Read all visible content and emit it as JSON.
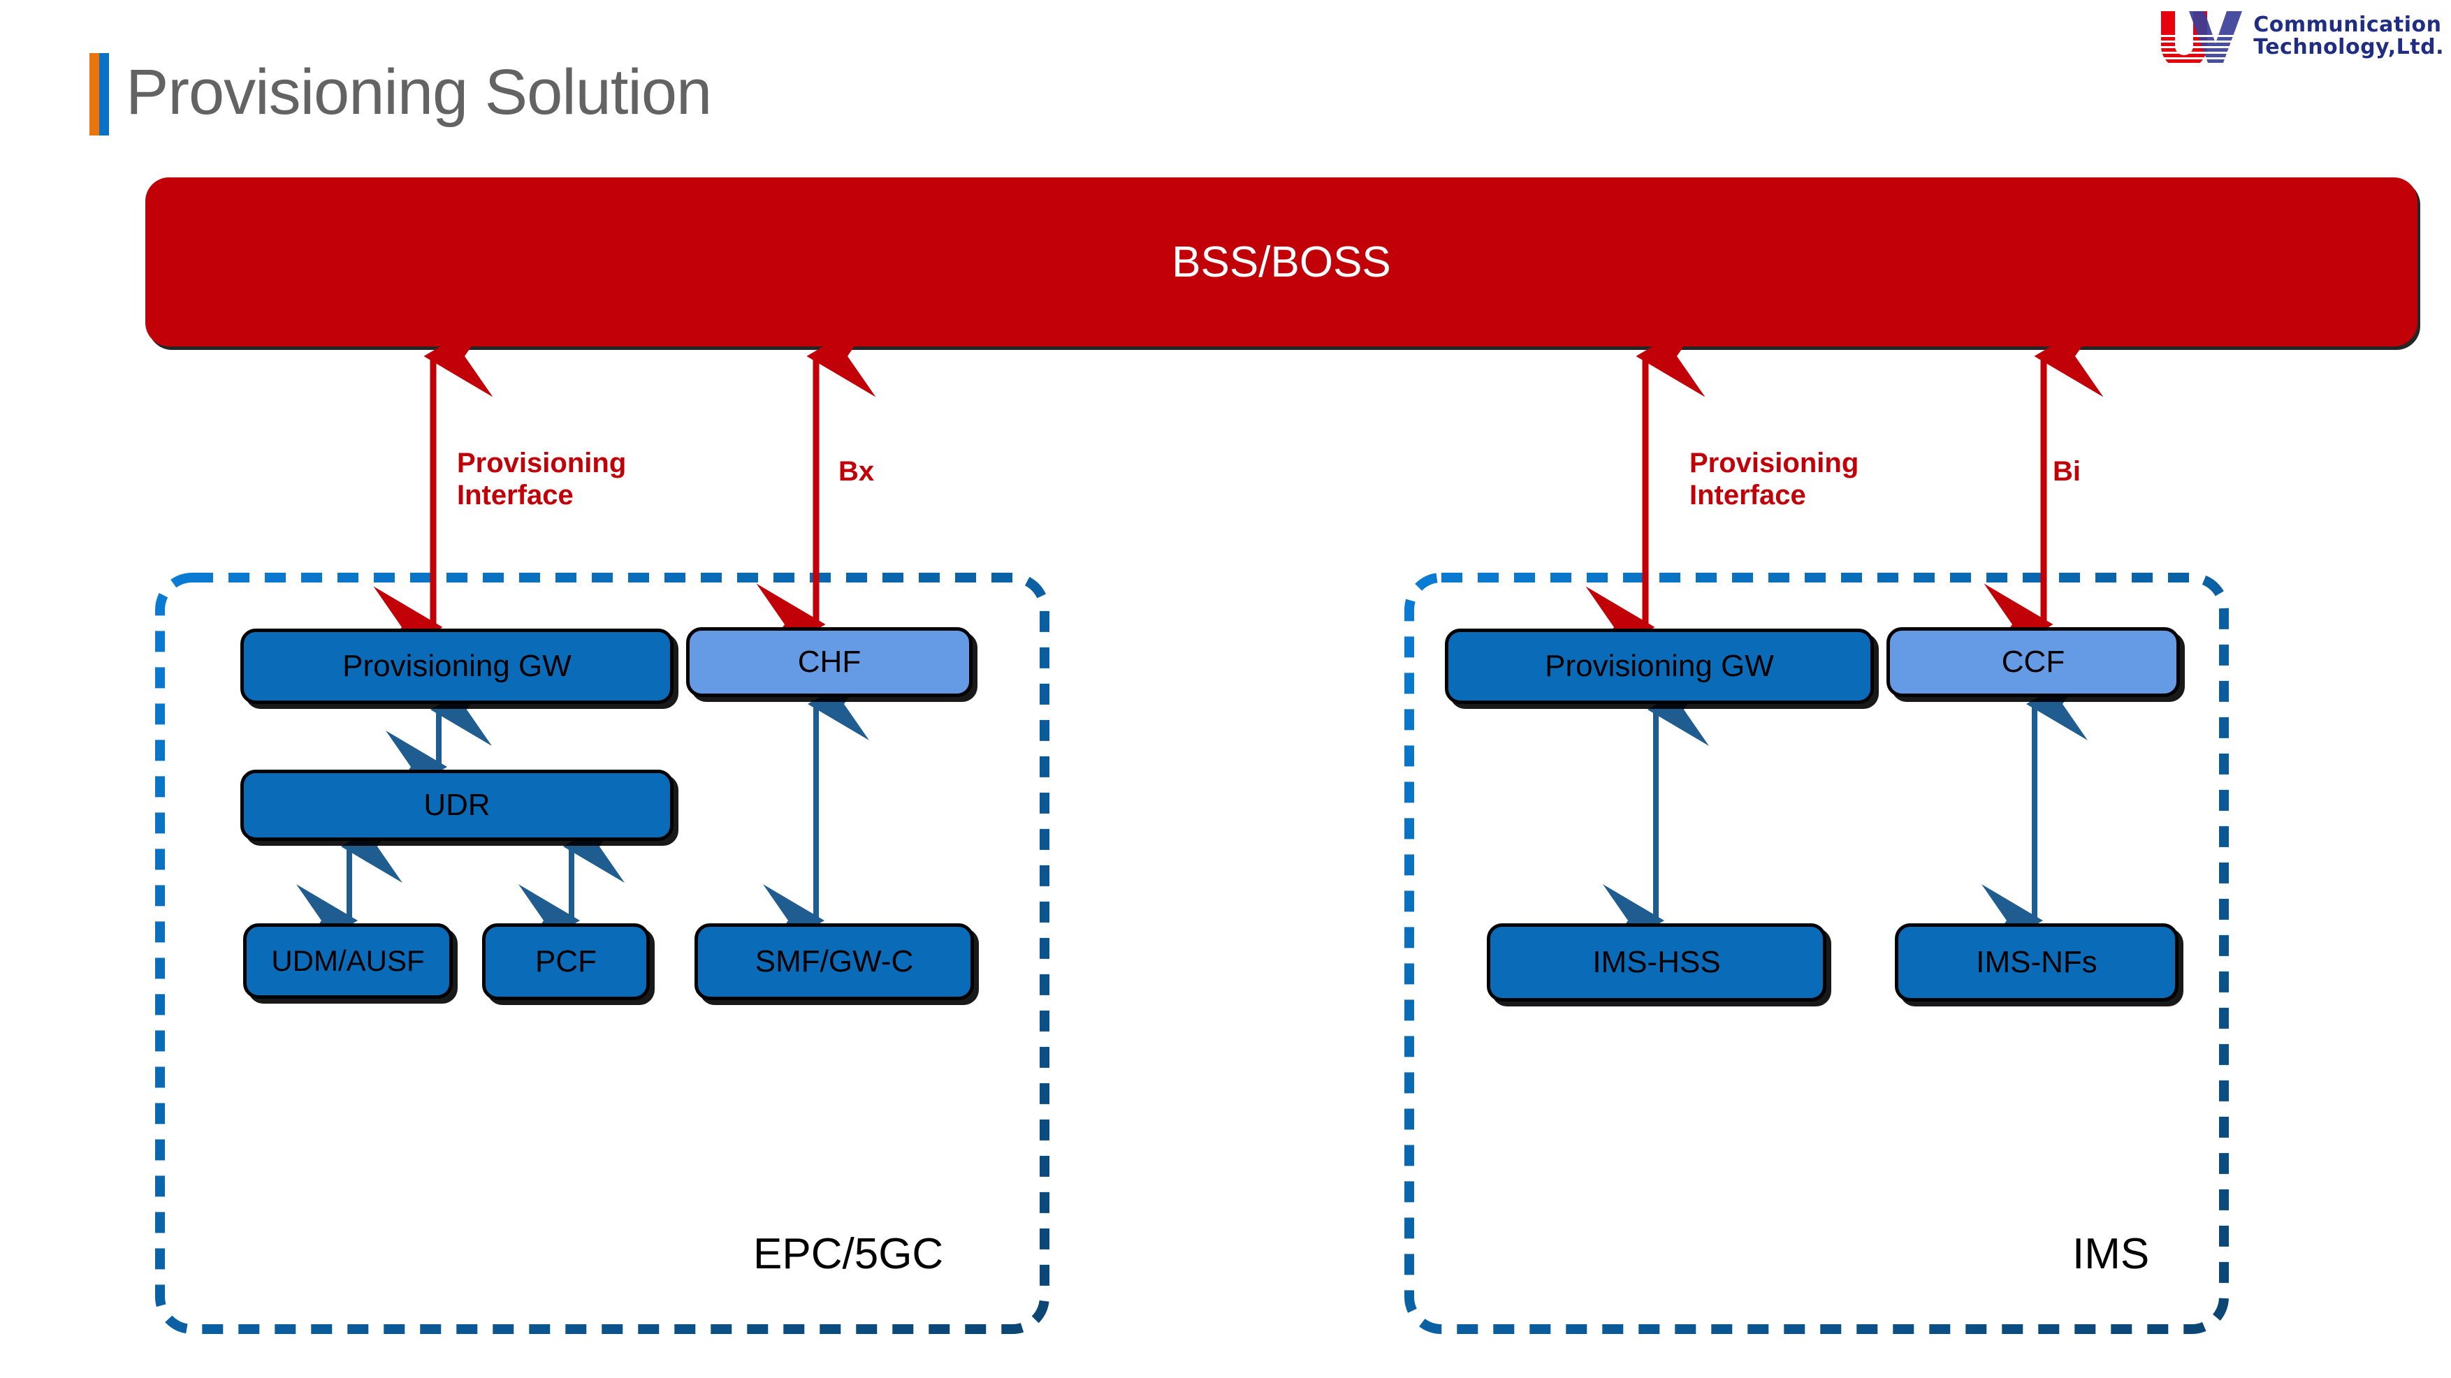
{
  "page": {
    "title": "Provisioning Solution",
    "accent_orange": "#E8760D",
    "accent_blue": "#0A72C4",
    "title_color": "#636363"
  },
  "logo": {
    "name": "uv-communication-technology-logo",
    "line1": "Communication",
    "line2": "Technology,Ltd.",
    "letter_u": "U",
    "letter_v": "V",
    "color_u": "#E8000D",
    "color_v": "#3A3F98",
    "text_color": "#1F2D82"
  },
  "bss": {
    "label": "BSS/BOSS",
    "fill": "#C10007",
    "text_color": "#FFFFFF"
  },
  "interfaces": [
    {
      "name": "provisioning-interface-epc",
      "label": "Provisioning\nInterface",
      "color": "#C10007"
    },
    {
      "name": "bx-interface",
      "label": "Bx",
      "color": "#C10007"
    },
    {
      "name": "provisioning-interface-ims",
      "label": "Provisioning\nInterface",
      "color": "#C10007"
    },
    {
      "name": "bi-interface",
      "label": "Bi",
      "color": "#C10007"
    }
  ],
  "domains": [
    {
      "id": "epc",
      "label": "EPC/5GC",
      "border_color_start": "#0A7CD4",
      "border_color_end": "#0B4573",
      "nodes": [
        {
          "id": "prov-gw-epc",
          "label": "Provisioning GW",
          "fill": "#0A6CB8"
        },
        {
          "id": "chf",
          "label": "CHF",
          "fill": "#659AE4"
        },
        {
          "id": "udr",
          "label": "UDR",
          "fill": "#0A6CB8"
        },
        {
          "id": "udm-ausf",
          "label": "UDM/AUSF",
          "fill": "#0A6CB8"
        },
        {
          "id": "pcf",
          "label": "PCF",
          "fill": "#0A6CB8"
        },
        {
          "id": "smf-gw-c",
          "label": "SMF/GW-C",
          "fill": "#0A6CB8"
        }
      ]
    },
    {
      "id": "ims",
      "label": "IMS",
      "border_color_start": "#0A7CD4",
      "border_color_end": "#0B4573",
      "nodes": [
        {
          "id": "prov-gw-ims",
          "label": "Provisioning GW",
          "fill": "#0A6CB8"
        },
        {
          "id": "ccf",
          "label": "CCF",
          "fill": "#659AE4"
        },
        {
          "id": "ims-hss",
          "label": "IMS-HSS",
          "fill": "#0A6CB8"
        },
        {
          "id": "ims-nfs",
          "label": "IMS-NFs",
          "fill": "#0A6CB8"
        }
      ]
    }
  ],
  "internal_link_color": "#1F5C8F"
}
